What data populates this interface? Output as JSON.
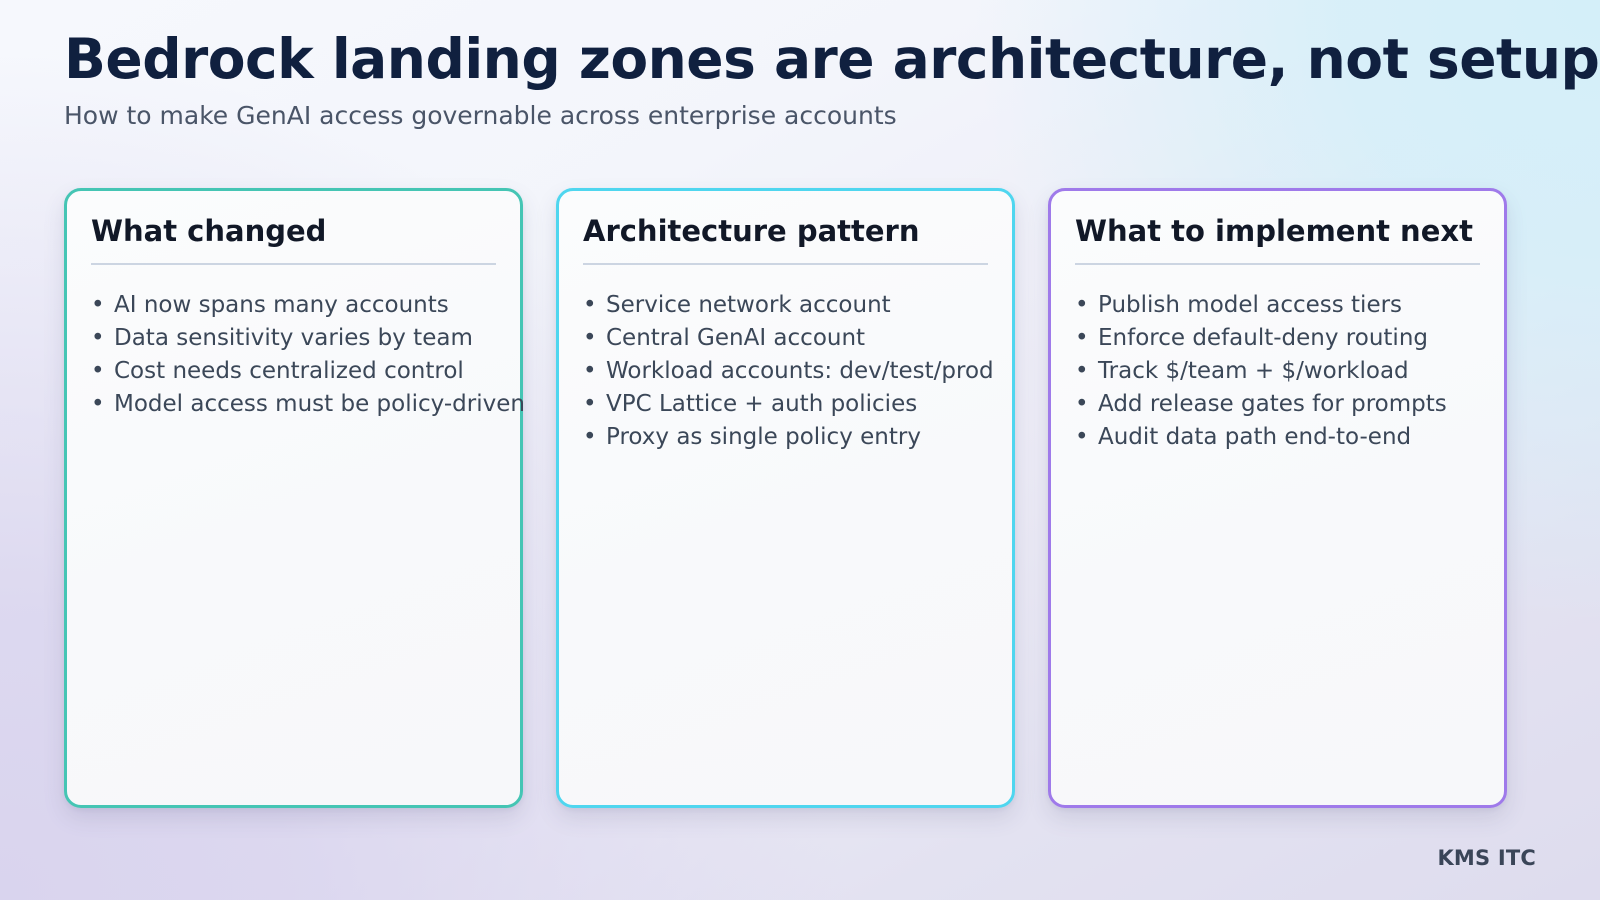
{
  "header": {
    "title": "Bedrock landing zones are architecture, not setup",
    "subtitle": "How to make GenAI access governable across enterprise accounts"
  },
  "cards": [
    {
      "title": "What changed",
      "accent": "#45c5b4",
      "bullet_glyph": "•",
      "items": [
        "AI now spans many accounts",
        "Data sensitivity varies by team",
        "Cost needs centralized control",
        "Model access must be policy-driven"
      ]
    },
    {
      "title": "Architecture pattern",
      "accent": "#4fd6ef",
      "bullet_glyph": "•",
      "items": [
        "Service network account",
        "Central GenAI account",
        "Workload accounts: dev/test/prod",
        "VPC Lattice + auth policies",
        "Proxy as single policy entry"
      ]
    },
    {
      "title": "What to implement next",
      "accent": "#9f7aea",
      "bullet_glyph": "•",
      "items": [
        "Publish model access tiers",
        "Enforce default-deny routing",
        "Track $/team + $/workload",
        "Add release gates for prompts",
        "Audit data path end-to-end"
      ]
    }
  ],
  "footer": {
    "brand": "KMS ITC"
  }
}
